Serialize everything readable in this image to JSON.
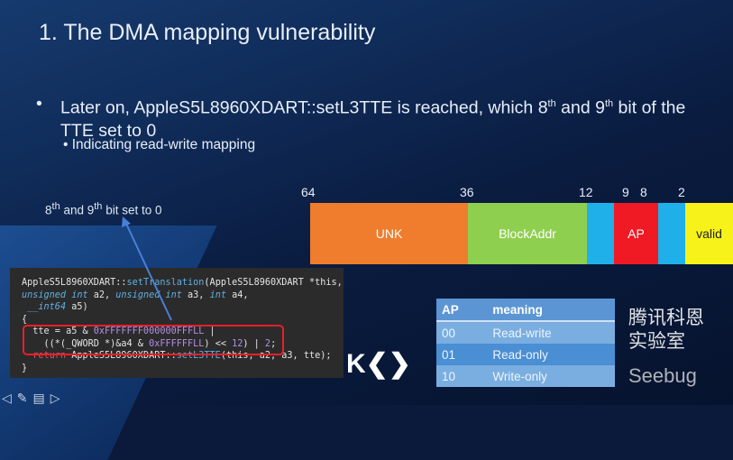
{
  "title": "1. The DMA mapping vulnerability",
  "bullet": {
    "pre": "Later on, AppleS5L8960XDART::setL3TTE is reached, which 8",
    "sup1": "th",
    "mid": " and 9",
    "sup2": "th",
    "post": " bit of the TTE set to 0"
  },
  "sub_bullet": "Indicating read-write mapping",
  "annotation": {
    "a": "8",
    "s1": "th",
    "b": " and 9",
    "s2": "th",
    "c": " bit set to 0"
  },
  "bit_labels": [
    "64",
    "36",
    "12",
    "9",
    "8",
    "2"
  ],
  "segments": [
    {
      "label": "UNK",
      "color": "#ef7d2d"
    },
    {
      "label": "BlockAddr",
      "color": "#8fcf4f"
    },
    {
      "label": "",
      "color": "#1fb0ea"
    },
    {
      "label": "AP",
      "color": "#f01a24"
    },
    {
      "label": "",
      "color": "#1fb0ea"
    },
    {
      "label": "valid",
      "color": "#f6f21a"
    }
  ],
  "code": {
    "l1a": "AppleS5L8960XDART::",
    "l1b": "setTranslation",
    "l1c": "(AppleS5L8960XDART *this,",
    "l2a": "unsigned int",
    "l2b": " a2, ",
    "l2c": "unsigned int",
    "l2d": " a3, ",
    "l2e": "int",
    "l2f": " a4,",
    "l3a": "__int64",
    "l3b": " a5)",
    "l4": "{",
    "l5a": "  tte = a5 & ",
    "l5b": "0xFFFFFFF000000FFFLL",
    "l5c": " |",
    "l6a": "    ((*(_QWORD *)&a4 & ",
    "l6b": "0xFFFFFFLL",
    "l6c": ") << ",
    "l6d": "12",
    "l6e": ") | ",
    "l6f": "2",
    "l6g": ";",
    "l7a": "  return",
    "l7b": " AppleS5L8960XDART::",
    "l7c": "setL3TTE",
    "l7d": "(this, a2, a3, tte);",
    "l8": "}"
  },
  "table": {
    "headers": [
      "AP",
      "meaning"
    ],
    "rows": [
      [
        "00",
        "Read-write"
      ],
      [
        "01",
        "Read-only"
      ],
      [
        "10",
        "Write-only"
      ]
    ]
  },
  "watermark": "腾讯科恩实验室",
  "watermark2": "Seebug",
  "logo": "K⬡"
}
